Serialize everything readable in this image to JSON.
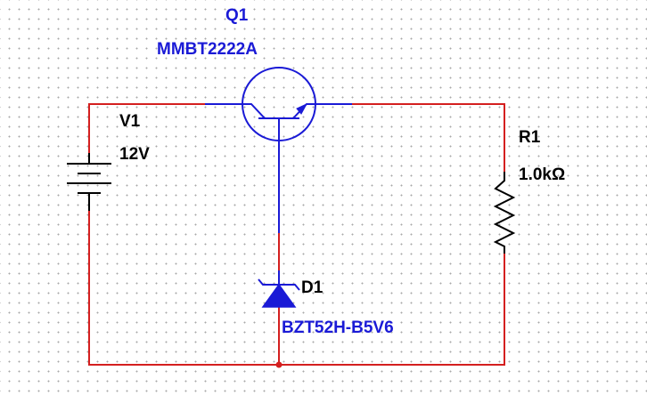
{
  "components": {
    "q1": {
      "ref": "Q1",
      "part": "MMBT2222A"
    },
    "v1": {
      "ref": "V1",
      "value": "12V"
    },
    "r1": {
      "ref": "R1",
      "value": "1.0kΩ"
    },
    "d1": {
      "ref": "D1",
      "part": "BZT52H-B5V6"
    }
  },
  "colors": {
    "wire": "#d41f1f",
    "component": "#1a1ad6",
    "battery": "#000000",
    "grid_dot": "#a8a8a8"
  }
}
